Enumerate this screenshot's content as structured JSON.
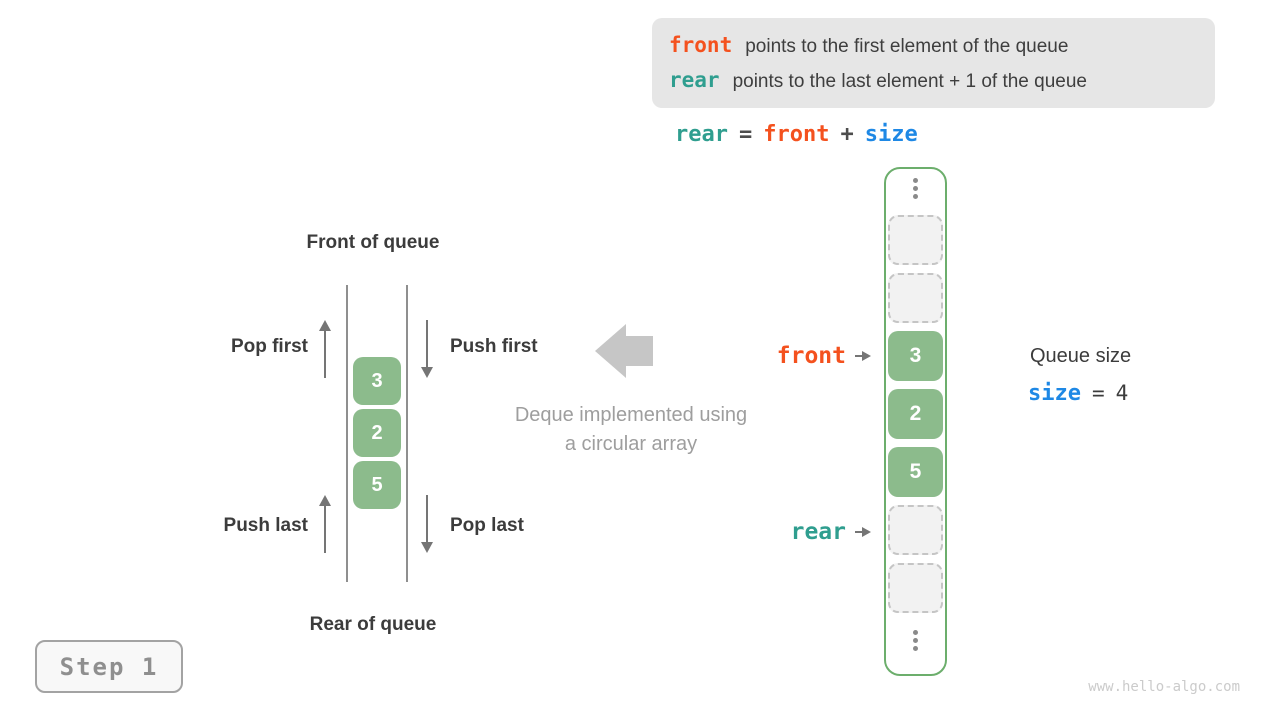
{
  "info_box": {
    "lines": [
      {
        "keyword": "front",
        "text": "points to the first element of the queue"
      },
      {
        "keyword": "rear",
        "text": "points to the last element + 1 of the queue"
      }
    ]
  },
  "equation": {
    "lhs": "rear",
    "eq": "=",
    "rhs1": "front",
    "plus": "+",
    "rhs2": "size"
  },
  "deque": {
    "front_of_queue": "Front of queue",
    "rear_of_queue": "Rear of queue",
    "pop_first": "Pop first",
    "push_first": "Push first",
    "push_last": "Push last",
    "pop_last": "Pop last",
    "values": [
      "3",
      "2",
      "5"
    ]
  },
  "caption": {
    "line1": "Deque implemented using",
    "line2": "a circular array"
  },
  "array": {
    "front_pointer": "front",
    "rear_pointer": "rear",
    "cells": [
      {
        "value": "",
        "state": "empty"
      },
      {
        "value": "",
        "state": "empty"
      },
      {
        "value": "3",
        "state": "filled"
      },
      {
        "value": "2",
        "state": "filled"
      },
      {
        "value": "5",
        "state": "filled"
      },
      {
        "value": "",
        "state": "empty"
      },
      {
        "value": "",
        "state": "empty"
      }
    ]
  },
  "queue_size": {
    "title": "Queue size",
    "variable": "size",
    "equals": "=",
    "value": "4"
  },
  "step": {
    "label": "Step 1"
  },
  "watermark": "www.hello-algo.com",
  "colors": {
    "front": "#f4511e",
    "rear": "#2f9e8f",
    "size": "#1e88e5",
    "cell_green": "#8cbb8c",
    "array_border_green": "#6cae6c",
    "info_box_bg": "#e6e6e6",
    "gray_text": "#9e9e9e",
    "dark_text": "#3c3c3c"
  }
}
